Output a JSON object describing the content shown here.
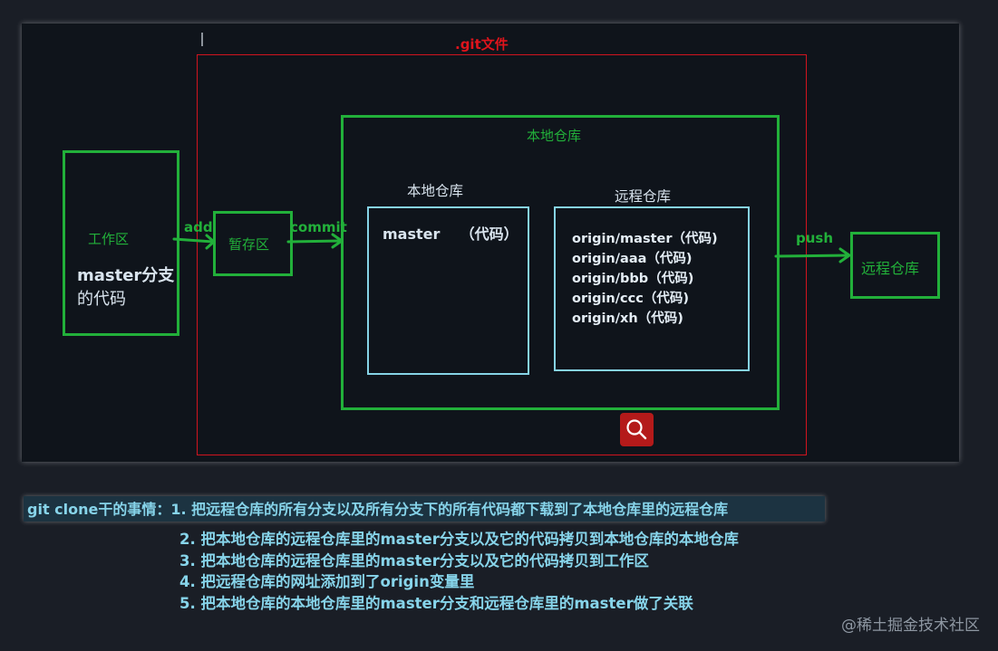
{
  "git_label": ".git文件",
  "work_area": {
    "title": "工作区",
    "desc_line1": "master分支",
    "desc_line2": "的代码"
  },
  "stage_area": {
    "title": "暂存区"
  },
  "arrows": {
    "add": "add",
    "commit": "commit",
    "push": "push"
  },
  "local_repo_outer": {
    "title": "本地仓库"
  },
  "local_repo_inner": {
    "title": "本地仓库",
    "content": "master    （代码）"
  },
  "remote_repo_inner": {
    "title": "远程仓库",
    "lines": [
      "origin/master（代码)",
      "origin/aaa（代码)",
      "origin/bbb（代码)",
      "origin/ccc（代码)",
      "origin/xh（代码)"
    ]
  },
  "remote_repo": {
    "title": "远程仓库"
  },
  "search_icon": "search-icon",
  "clone_steps": {
    "heading": "git  clone干的事情：1. 把远程仓库的所有分支以及所有分支下的所有代码都下载到了本地仓库里的远程仓库",
    "items": [
      "2. 把本地仓库的远程仓库里的master分支以及它的代码拷贝到本地仓库的本地仓库",
      "3. 把本地仓库的远程仓库里的master分支以及它的代码拷贝到工作区",
      "4. 把远程仓库的网址添加到了origin变量里",
      "5. 把本地仓库的本地仓库里的master分支和远程仓库里的master做了关联"
    ]
  },
  "watermark": "@稀土掘金技术社区",
  "colors": {
    "green": "#22b03a",
    "red": "#d1141f",
    "light_blue": "#86d3e6",
    "search_bg": "#b41a1a"
  }
}
